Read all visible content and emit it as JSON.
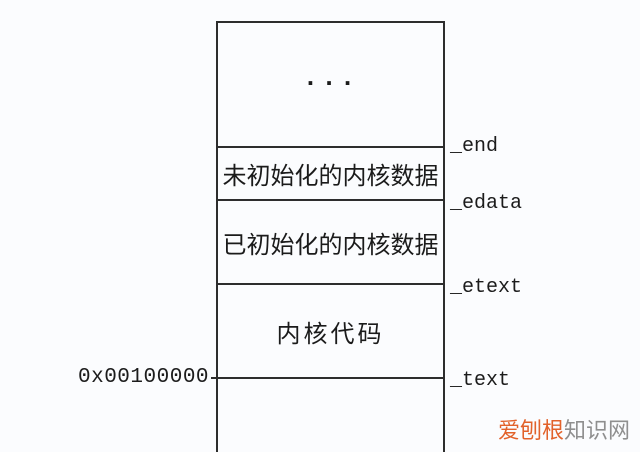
{
  "diagram": {
    "type": "memory-layout",
    "box": {
      "top_open_bottom": true,
      "line_color": "#2d2d2d",
      "background": "#fbfcfe"
    },
    "segments": [
      {
        "id": "ellipsis",
        "label": "..."
      },
      {
        "id": "bss",
        "label": "未初始化的内核数据"
      },
      {
        "id": "data",
        "label": "已初始化的内核数据"
      },
      {
        "id": "code",
        "label": "内核代码"
      },
      {
        "id": "below-text",
        "label": ""
      }
    ],
    "markers": [
      {
        "id": "end",
        "symbol": "_end"
      },
      {
        "id": "edata",
        "symbol": "_edata"
      },
      {
        "id": "etext",
        "symbol": "_etext"
      },
      {
        "id": "text",
        "symbol": "_text"
      }
    ],
    "address_label": "0x00100000"
  },
  "watermark": {
    "highlight": "爱刨根",
    "rest": "知识网",
    "highlight_color": "#e2622b",
    "rest_color": "#8f8f8f"
  }
}
